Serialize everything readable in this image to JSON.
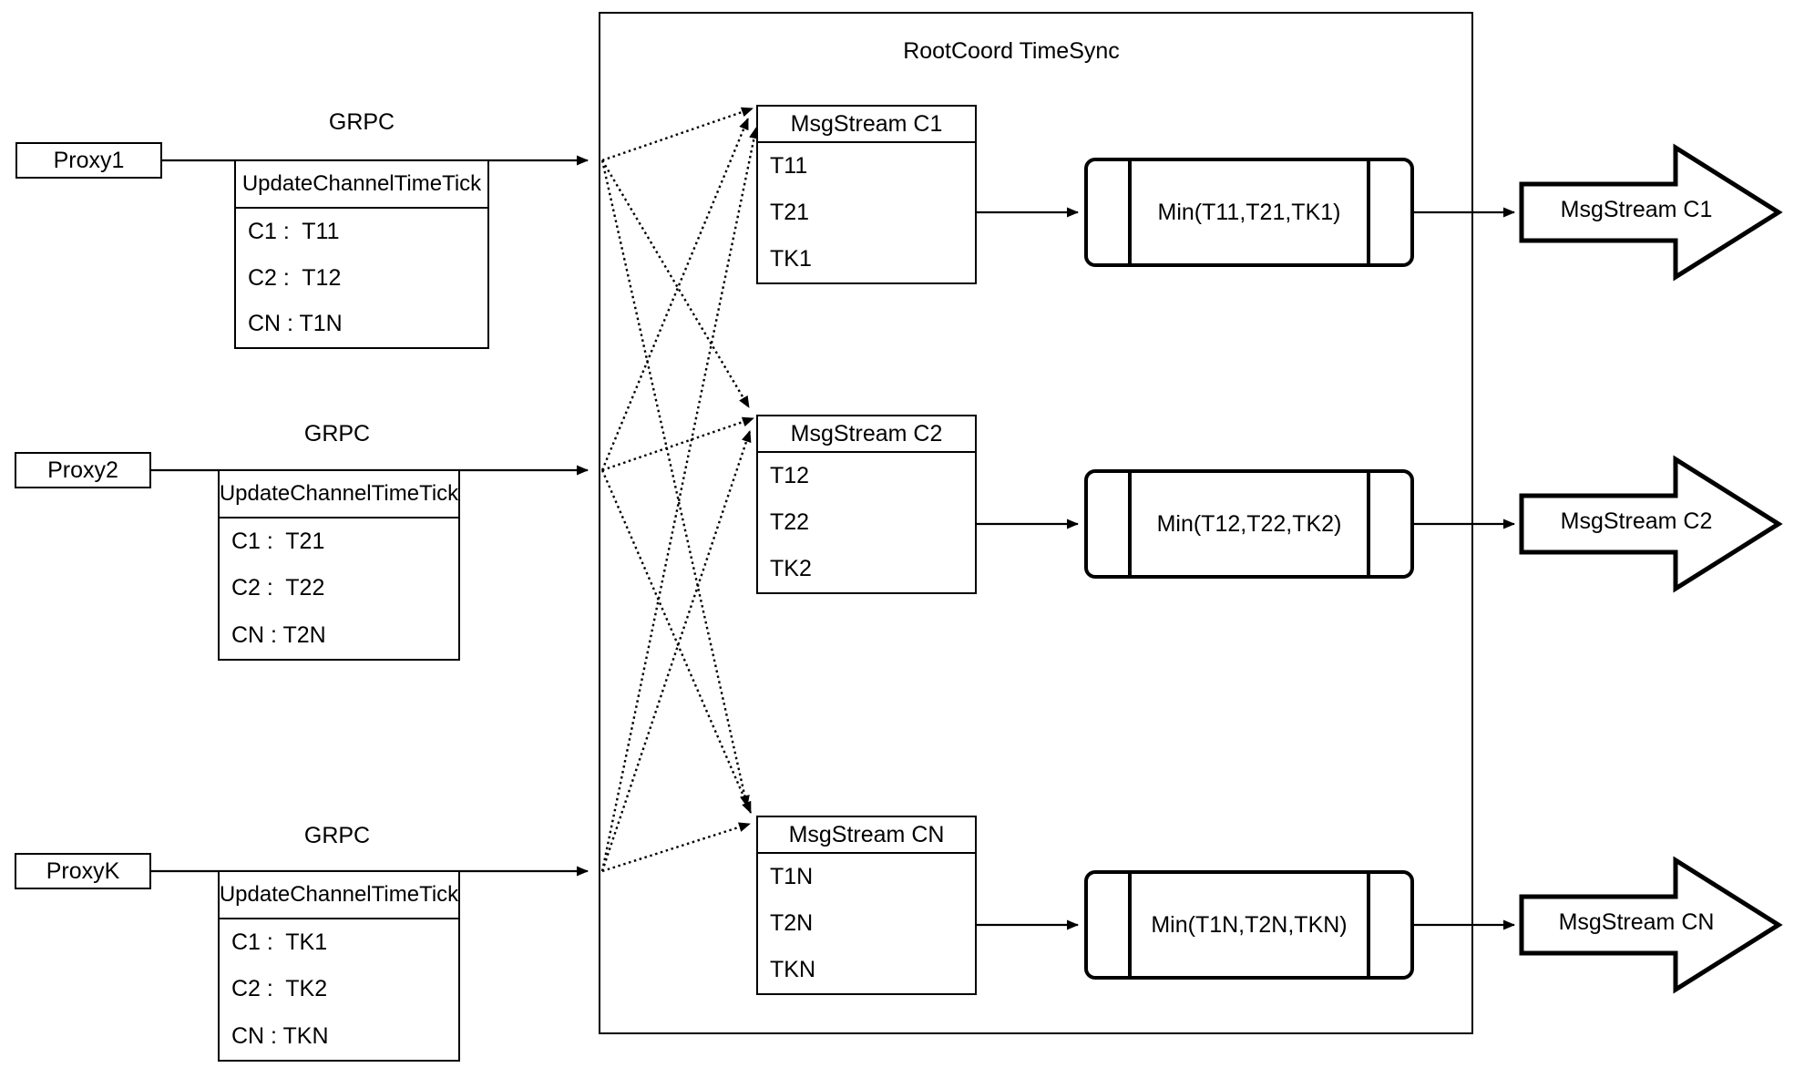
{
  "colors": {
    "ink": "#000000",
    "background": "#ffffff"
  },
  "container": {
    "title": "RootCoord TimeSync"
  },
  "rows": [
    {
      "proxy_label": "Proxy1",
      "grpc_label": "GRPC",
      "update_table": {
        "header": "UpdateChannelTimeTick",
        "rows": [
          "C1 :  T11",
          "C2 :  T12",
          "CN : T1N"
        ]
      },
      "msg_table": {
        "header": "MsgStream C1",
        "rows": [
          "T11",
          "T21",
          "TK1"
        ]
      },
      "min_label": "Min(T11,T21,TK1)",
      "output_label": "MsgStream C1"
    },
    {
      "proxy_label": "Proxy2",
      "grpc_label": "GRPC",
      "update_table": {
        "header": "UpdateChannelTimeTick",
        "rows": [
          "C1 :  T21",
          "C2 :  T22",
          "CN : T2N"
        ]
      },
      "msg_table": {
        "header": "MsgStream C2",
        "rows": [
          "T12",
          "T22",
          "TK2"
        ]
      },
      "min_label": "Min(T12,T22,TK2)",
      "output_label": "MsgStream C2"
    },
    {
      "proxy_label": "ProxyK",
      "grpc_label": "GRPC",
      "update_table": {
        "header": "UpdateChannelTimeTick",
        "rows": [
          "C1 :  TK1",
          "C2 :  TK2",
          "CN : TKN"
        ]
      },
      "msg_table": {
        "header": "MsgStream CN",
        "rows": [
          "T1N",
          "T2N",
          "TKN"
        ]
      },
      "min_label": "Min(T1N,T2N,TKN)",
      "output_label": "MsgStream CN"
    }
  ]
}
